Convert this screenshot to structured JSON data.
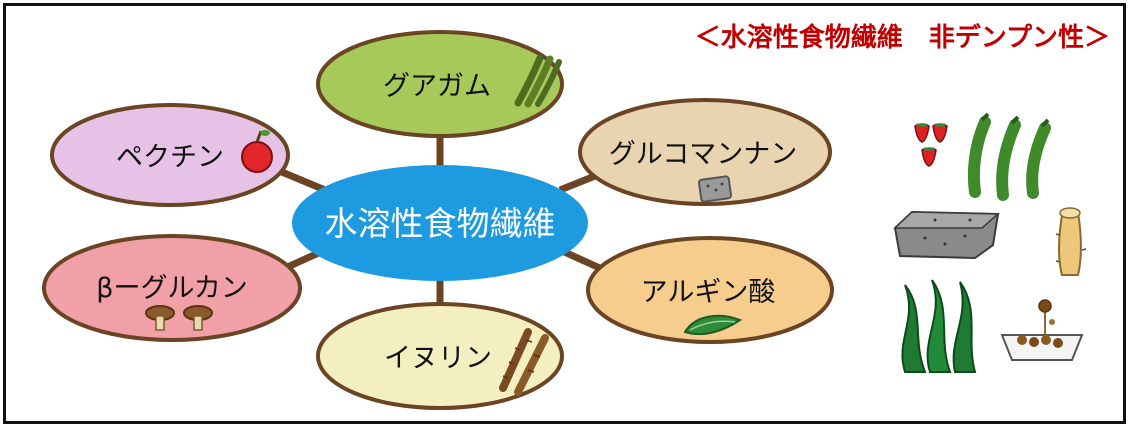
{
  "title": "＜水溶性食物繊維　非デンプン性＞",
  "center": {
    "label": "水溶性食物繊維"
  },
  "nodes": [
    {
      "id": "guar",
      "label": "グアガム",
      "icon": "green-bean-icon"
    },
    {
      "id": "pectin",
      "label": "ペクチン",
      "icon": "apple-icon"
    },
    {
      "id": "glucomannan",
      "label": "グルコマンナン",
      "icon": "konjac-block-icon"
    },
    {
      "id": "beta",
      "label": "βーグルカン",
      "icon": "mushroom-icon"
    },
    {
      "id": "alginic",
      "label": "アルギン酸",
      "icon": "seaweed-leaf-icon"
    },
    {
      "id": "inulin",
      "label": "イヌリン",
      "icon": "burdock-root-icon"
    }
  ],
  "colors": {
    "center": "#1e9be0",
    "connector": "#6b4423",
    "ellipse_stroke": "#6b4423",
    "guar": "#a6c95a",
    "pectin": "#e6c3e6",
    "glucomannan": "#e8d4b0",
    "beta": "#f0a0a6",
    "alginic": "#f7cd8e",
    "inulin": "#f3efc0",
    "title": "#c00000"
  },
  "side_icons": [
    "strawberry-icon",
    "okra-icon",
    "konjac-stone-icon",
    "yam-root-icon",
    "kelp-icon",
    "natto-icon"
  ]
}
